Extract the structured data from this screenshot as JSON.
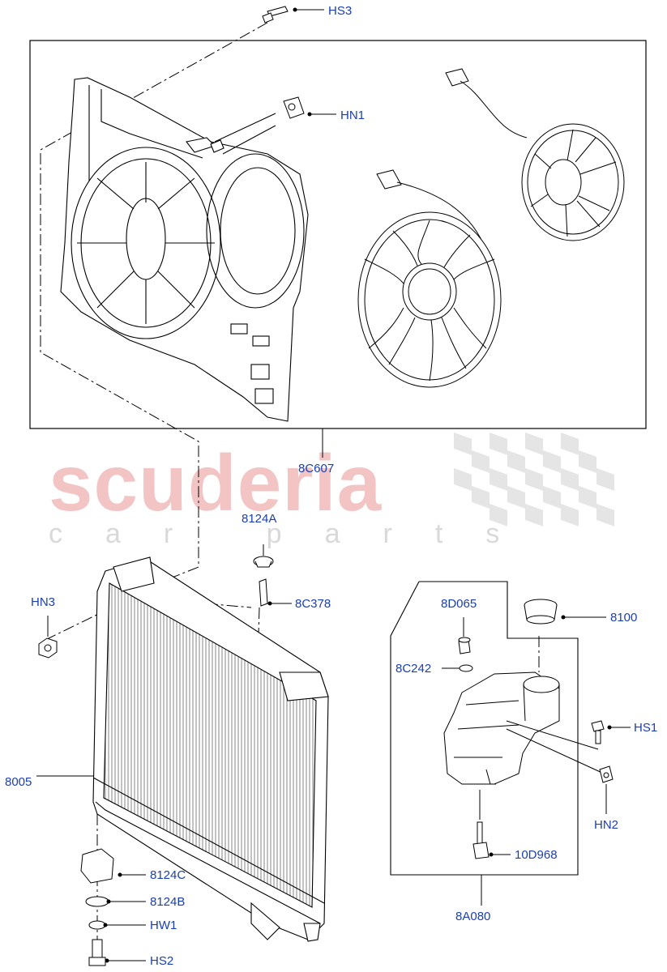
{
  "watermark": {
    "brand": "scuderia",
    "tagline": "car parts",
    "brand_color": "#f2c4c4",
    "tagline_color": "#d9d9d9"
  },
  "label_color": "#1a3fb0",
  "callouts": {
    "hs3": "HS3",
    "hn1": "HN1",
    "c8c607": "8C607",
    "c8124a": "8124A",
    "c8c378": "8C378",
    "hn3": "HN3",
    "c8005": "8005",
    "c8124c": "8124C",
    "c8124b": "8124B",
    "hw1": "HW1",
    "hs2": "HS2",
    "c8d065": "8D065",
    "c8c242": "8C242",
    "c8100": "8100",
    "hs1": "HS1",
    "hn2": "HN2",
    "c10d968": "10D968",
    "c8a080": "8A080"
  },
  "icons": {
    "fan_shroud": "fan-shroud-icon",
    "large_fan": "fan-blade-icon",
    "small_fan": "fan-blade-icon",
    "radiator": "radiator-icon",
    "expansion_tank": "coolant-tank-icon",
    "filler_cap": "cap-icon",
    "checkerboard_flag": "checkered-flag-icon"
  }
}
